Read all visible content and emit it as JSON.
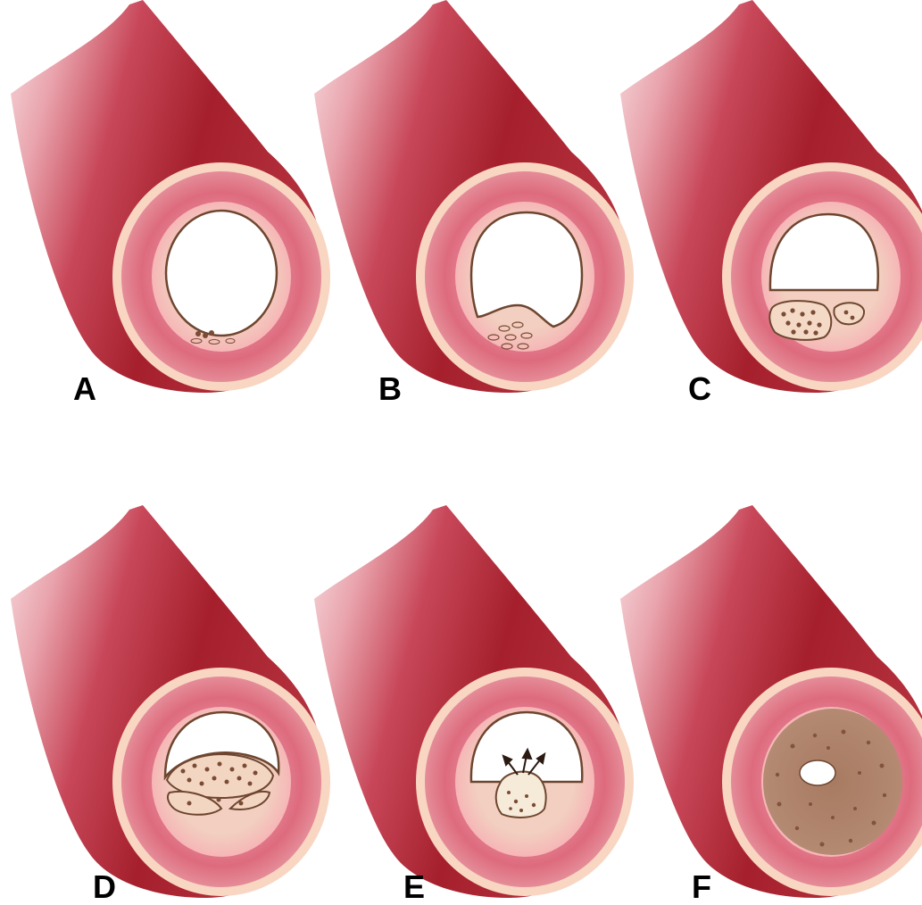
{
  "panels": [
    {
      "id": "a",
      "label": "A"
    },
    {
      "id": "b",
      "label": "B"
    },
    {
      "id": "c",
      "label": "C"
    },
    {
      "id": "d",
      "label": "D"
    },
    {
      "id": "e",
      "label": "E"
    },
    {
      "id": "f",
      "label": "F"
    }
  ],
  "colors": {
    "outer_wall_dark": "#a5202c",
    "outer_wall_light": "#f3d7da",
    "media_pink": "#dd6b7d",
    "adventitia_cream": "#f9d9bf",
    "lumen": "#ffffff",
    "intima_line": "#6e4630",
    "plaque_fill": "#f2d6c0",
    "plaque_core": "#8a5a40",
    "thrombus_fill": "#b3856d"
  }
}
